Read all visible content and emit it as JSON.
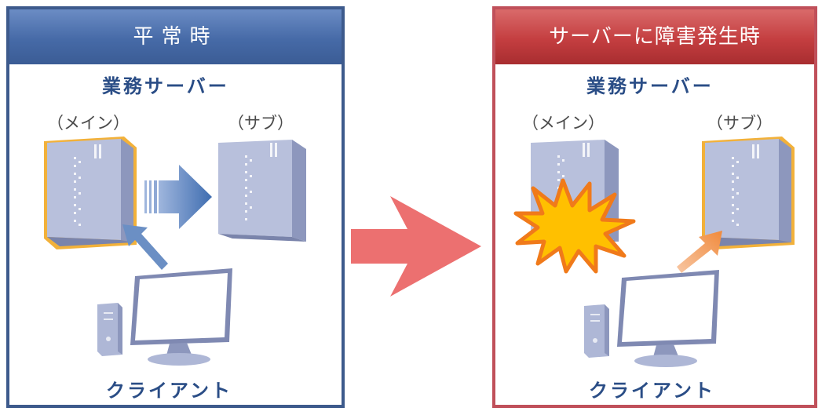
{
  "normal_panel": {
    "title": "平常時",
    "group_label": "業務サーバー",
    "main_label": "（メイン）",
    "sub_label": "（サブ）",
    "client_label": "クライアント"
  },
  "fault_panel": {
    "title": "サーバーに障害発生時",
    "group_label": "業務サーバー",
    "main_label": "（メイン）",
    "sub_label": "（サブ）",
    "client_label": "クライアント"
  },
  "colors": {
    "normal_frame": "#3d5a8c",
    "fault_frame": "#c0505a",
    "label_text": "#2a4d86",
    "server_body": "#aeb7d6",
    "active_highlight": "#f2b13a",
    "transition_arrow": "#ec7070",
    "sync_arrow": "#3f6db0",
    "connection_arrow_normal": "#6b8fc4",
    "connection_arrow_fault": "#f08a3c",
    "explosion": "#ffc000"
  },
  "icons": [
    "server-icon",
    "monitor-icon",
    "pc-tower-icon",
    "explosion-icon",
    "arrow-icon"
  ]
}
